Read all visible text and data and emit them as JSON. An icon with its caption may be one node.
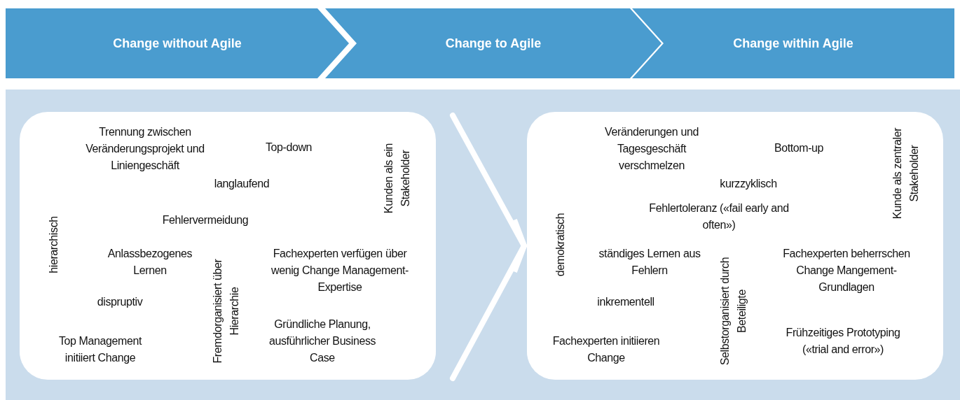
{
  "diagram": {
    "nodes": [
      {
        "text": [
          "Change without Agile"
        ]
      },
      {
        "text": [
          "Change to Agile"
        ]
      },
      {
        "text": [
          "Change within Agile"
        ]
      },
      {
        "text": [
          "Trennung zwischen Veränderungsprojekt und Liniengeschäft",
          "Top-down",
          "Kunden als ein Stakeholder",
          "langlaufend",
          "Fehlervermeidung",
          "hierarchisch",
          "Anlassbezogenes Lernen",
          "Fremdorganisiert über Hierarchie",
          "Fachexperten verfügen über wenig Change Management-Expertise",
          "dispruptiv",
          "Top Management initiiert Change",
          "Gründliche Planung, ausführlicher Business Case"
        ]
      },
      {
        "text": [
          "Veränderungen und Tagesgeschäft verschmelzen",
          "Bottom-up",
          "Kunde als zentraler Stakeholder",
          "kurzzyklisch",
          "Fehlertoleranz («fail early and often»)",
          "demokratisch",
          "ständiges Lernen aus Fehlern",
          "Selbstorganisiert durch Beteiligte",
          "Fachexperten beherrschen Change Mangement-Grundlagen",
          "inkrementell",
          "Fachexperten initiieren Change",
          "Frühzeitiges Prototyping («trial and error»)"
        ]
      }
    ],
    "edges": [
      {
        "from": 3,
        "to": 4,
        "arrow": "to"
      }
    ]
  }
}
